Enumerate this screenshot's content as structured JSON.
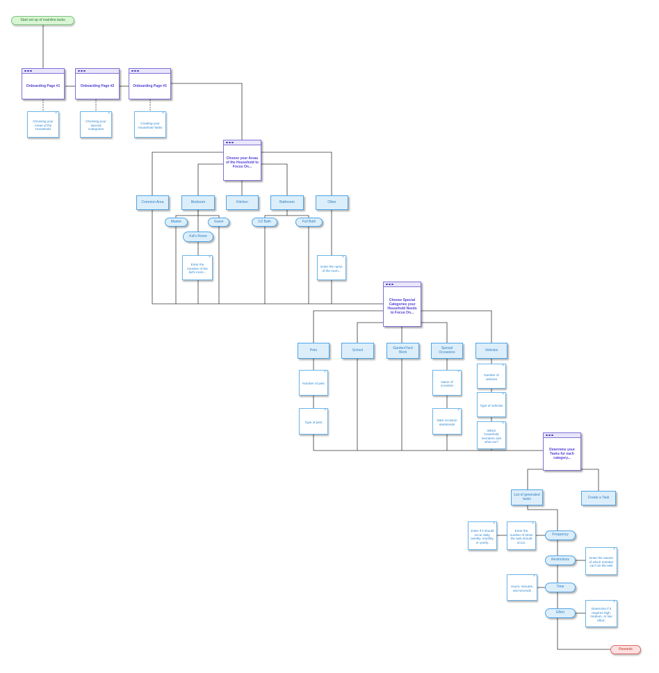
{
  "start": "Start set up of mainline tasks",
  "end": "Rewards",
  "close_glyph": "×",
  "onboarding": {
    "page1": "Onboarding Page #1",
    "page2": "Onboarding Page #2",
    "page3": "Onboarding Page #3",
    "note1": "Choosing your Areas of the Household",
    "note2": "Choosing your Special Categories",
    "note3": "Creating your Household Tasks"
  },
  "areas": {
    "title": "Choose your Areas of the Household to Focus On...",
    "common": "Common Area",
    "bedroom": "Bedroom",
    "kitchen": "Kitchen",
    "bathroom": "Bathroom",
    "other": "Other",
    "master": "Master",
    "guest": "Guest",
    "kids_room": "Kid's Room",
    "half_bath": "1/2 Bath",
    "full_bath": "Full Bath",
    "kids_note": "Enter the member of the kid's room...",
    "other_note": "Enter the name of the room..."
  },
  "special": {
    "title": "Choose Special Categories your Household Needs to Focus On...",
    "pets": "Pets",
    "school": "School",
    "garden": "Garden/Yard Work",
    "occasions": "Special Occasions",
    "vehicles": "Vehicles",
    "pets_num": "Number of pets",
    "pets_type": "Type of pets",
    "occ_name": "Name of occasion",
    "occ_date": "Date occasion starts/ends",
    "veh_num": "Number of vehicles",
    "veh_type": "Type of vehicles",
    "veh_own": "Which household members own what car?"
  },
  "tasks": {
    "title": "Determine your Tasks for each category...",
    "list": "List of generated tasks",
    "create": "Create a Task",
    "frequency": "Frequency",
    "restrictions": "Restrictions",
    "time": "Time",
    "effort": "Effort",
    "freq_note1": "Enter if it should occur daily, weekly, monthly, or yearly.",
    "freq_note2": "Enter the number of times the task should occur.",
    "restr_note": "Enter the names of which member can't do the task",
    "time_note": "Hours, minutes, and seconds",
    "effort_note": "Determine if it requires high, medium, or low effort."
  },
  "colors": {
    "wire": "#333333",
    "window_border": "#7d70d9",
    "window_title": "#4e3dd6",
    "process_fill": "#ddeefb",
    "process_border": "#4aa3e8",
    "start_fill": "#d8f5d4",
    "end_fill": "#fde0e0"
  }
}
